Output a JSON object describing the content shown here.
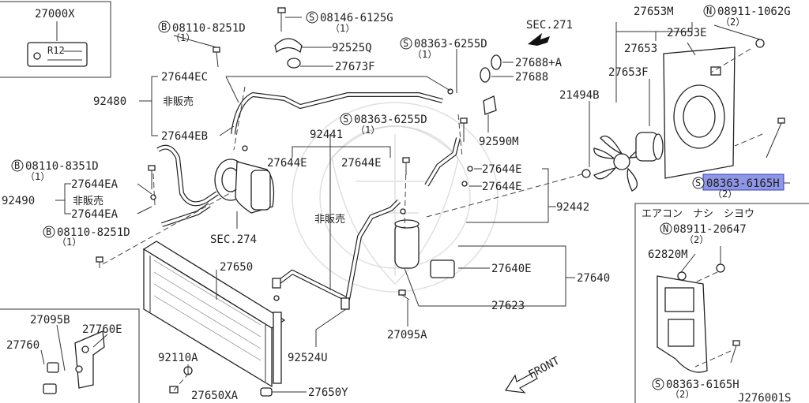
{
  "diagram": {
    "drawing_code": "J276001S",
    "front_label": "FRONT",
    "section_refs": {
      "sec271": "SEC.271",
      "sec274": "SEC.274"
    },
    "labels": {
      "p27000x": "27000X",
      "r12": "R12",
      "b1_part": "08110-8251D",
      "b1_qty": "（1）",
      "s1_part": "08146-6125G",
      "s1_qty": "（1）",
      "p92525q": "92525Q",
      "p27673f": "27673F",
      "p27644ec": "27644EC",
      "p92480": "92480",
      "hanbai1": "非販売",
      "p27644eb": "27644EB",
      "s2_part": "08363-6255D",
      "s2_qty": "（1）",
      "p27688a": "27688+A",
      "p27688": "27688",
      "s3_part": "08363-6255D",
      "s3_qty": "（1）",
      "p92441": "92441",
      "p92590m": "92590M",
      "b2_part": "08110-8351D",
      "b2_qty": "（1）",
      "p27644e_a": "27644E",
      "p27644e_b": "27644E",
      "p27644e_c": "27644E",
      "p27644e_d": "27644E",
      "p27644ea1": "27644EA",
      "p92490": "92490",
      "hanbai2": "非販売",
      "p27644ea2": "27644EA",
      "b3_part": "08110-8251D",
      "b3_qty": "（1）",
      "hanbai3": "非販売",
      "p92442": "92442",
      "p27650": "27650",
      "p27640e": "27640E",
      "p27640": "27640",
      "p27623": "27623",
      "p27095a": "27095A",
      "p27095b": "27095B",
      "p27760e": "27760E",
      "p27760": "27760",
      "p92110a": "92110A",
      "p92524u": "92524U",
      "p27650xa": "27650XA",
      "p27650y": "27650Y",
      "p27653m": "27653M",
      "n1_part": "08911-1062G",
      "n1_qty": "（2）",
      "p27653e": "27653E",
      "p27653": "27653",
      "p27653f": "27653F",
      "p21494b": "21494B",
      "s4_part": "08363-6165H",
      "s4_qty": "（2）",
      "aircon_nashi": "エアコン　ナシ　シヨウ",
      "n2_part": "08911-20647",
      "n2_qty": "（2）",
      "p62820m": "62820M",
      "s5_part": "08363-6165H",
      "s5_qty": "（2）"
    },
    "symbols": {
      "bolt": "B",
      "screw": "S",
      "nut": "N"
    }
  }
}
